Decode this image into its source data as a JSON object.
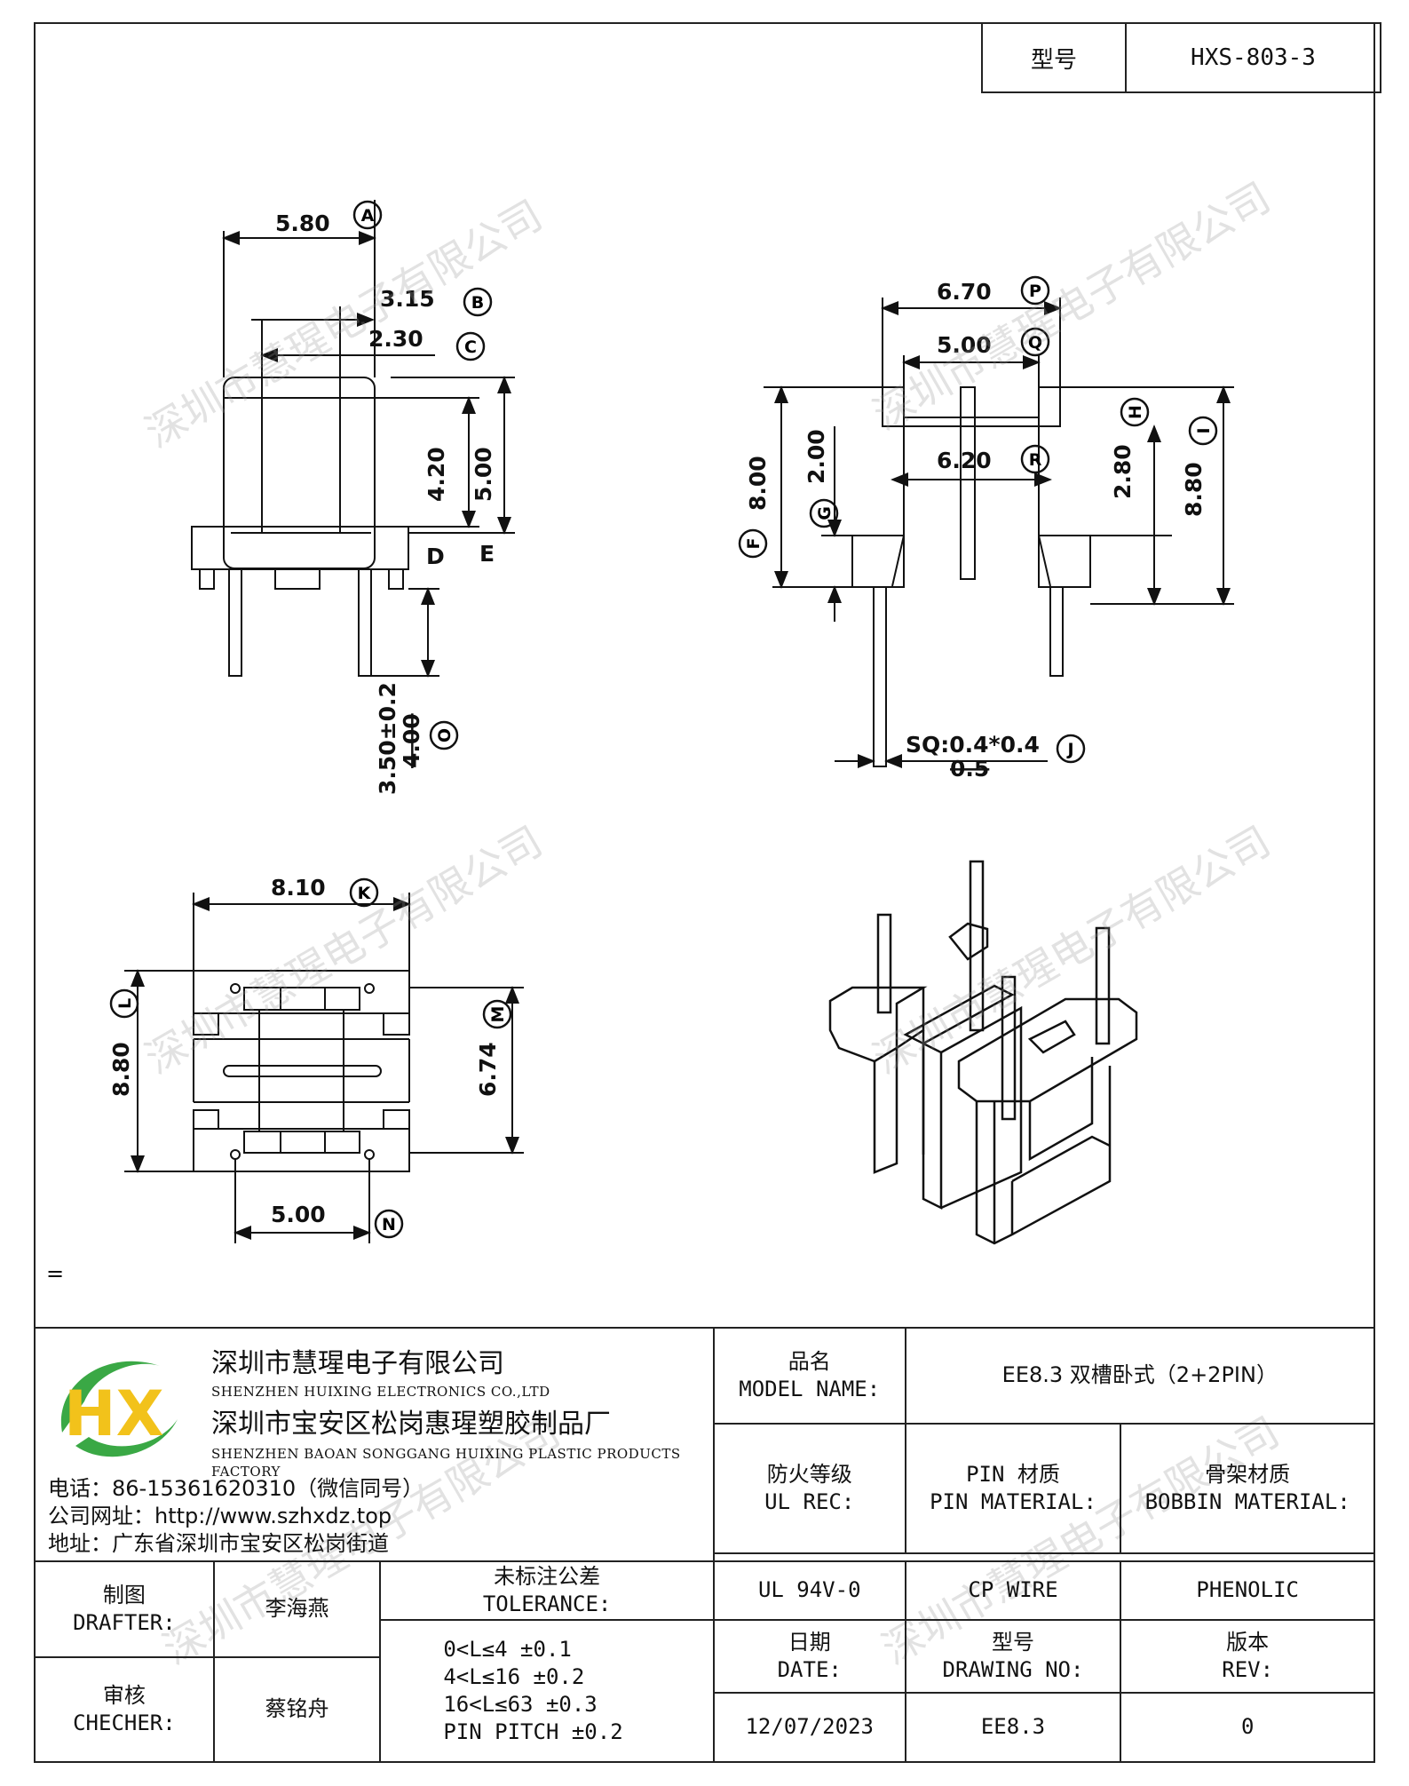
{
  "header": {
    "model_label": "型号",
    "model_value": "HXS-803-3"
  },
  "dimensions": {
    "A": "5.80",
    "B": "3.15",
    "C": "2.30",
    "h420": "4.20",
    "h500": "5.00",
    "D": "D",
    "E": "E",
    "O": "3.50±0.2",
    "O2": "4.00",
    "P": "6.70",
    "Q": "5.00",
    "R": "6.20",
    "F": "8.00",
    "G": "2.00",
    "H": "2.80",
    "I": "8.80",
    "J": "SQ:0.4*0.4",
    "J2": "0.5",
    "K": "8.10",
    "L": "8.80",
    "M": "6.74",
    "N": "5.00"
  },
  "circle_letters": [
    "A",
    "B",
    "C",
    "O",
    "P",
    "Q",
    "R",
    "F",
    "G",
    "H",
    "I",
    "J",
    "K",
    "L",
    "M",
    "N"
  ],
  "watermark": "深圳市慧瑆电子有限公司",
  "note_mark": "=",
  "company": {
    "logo_letters": "HX",
    "name_cn": "深圳市慧瑆电子有限公司",
    "name_en": "SHENZHEN HUIXING ELECTRONICS CO.,LTD",
    "factory_cn": "深圳市宝安区松岗惠瑆塑胶制品厂",
    "factory_en": "SHENZHEN BAOAN SONGGANG HUIXING PLASTIC PRODUCTS FACTORY",
    "phone": "电话：86-15361620310（微信同号）",
    "website": "公司网址：http://www.szhxdz.top",
    "address": "地址：广东省深圳市宝安区松岗街道"
  },
  "title_block": {
    "model_name_cn": "品名",
    "model_name_en": "MODEL NAME:",
    "model_name_value": "EE8.3 双槽卧式（2+2PIN）",
    "ul_cn": "防火等级",
    "ul_en": "UL REC:",
    "pin_cn": "PIN 材质",
    "pin_en": "PIN MATERIAL:",
    "bobbin_cn": "骨架材质",
    "bobbin_en": "BOBBIN MATERIAL:",
    "ul_value": "UL 94V-0",
    "pin_value": "CP WIRE",
    "bobbin_value": "PHENOLIC",
    "drafter_cn": "制图",
    "drafter_en": "DRAFTER:",
    "drafter_name": "李海燕",
    "checker_cn": "审核",
    "checker_en": "CHECHER:",
    "checker_name": "蔡铭舟",
    "tol_cn": "未标注公差",
    "tol_en": "TOLERANCE:",
    "tol_lines": [
      "0<L≤4   ±0.1",
      "4<L≤16  ±0.2",
      "16<L≤63  ±0.3",
      "PIN PITCH  ±0.2"
    ],
    "date_cn": "日期",
    "date_en": "DATE:",
    "date_value": "12/07/2023",
    "dwg_cn": "型号",
    "dwg_en": "DRAWING NO:",
    "dwg_value": "EE8.3",
    "rev_cn": "版本",
    "rev_en": "REV:",
    "rev_value": "0"
  },
  "colors": {
    "logo_green": "#3aa845",
    "logo_yellow": "#f2c21b",
    "line": "#111111"
  }
}
